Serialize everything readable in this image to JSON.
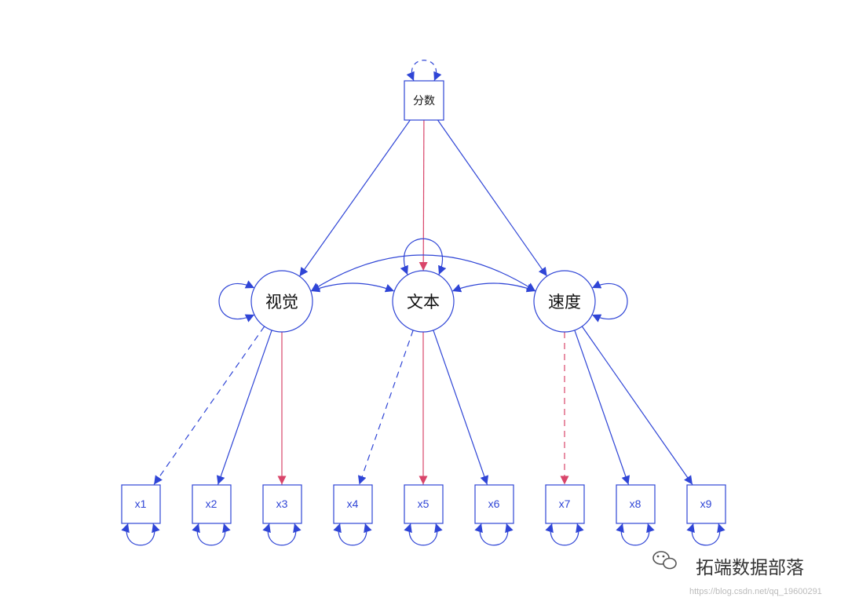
{
  "nodes": {
    "top": {
      "id": "score",
      "label": "分数"
    },
    "latent": [
      {
        "id": "visual",
        "label": "视觉"
      },
      {
        "id": "text",
        "label": "文本"
      },
      {
        "id": "speed",
        "label": "速度"
      }
    ],
    "observed": [
      {
        "id": "x1",
        "label": "x1"
      },
      {
        "id": "x2",
        "label": "x2"
      },
      {
        "id": "x3",
        "label": "x3"
      },
      {
        "id": "x4",
        "label": "x4"
      },
      {
        "id": "x5",
        "label": "x5"
      },
      {
        "id": "x6",
        "label": "x6"
      },
      {
        "id": "x7",
        "label": "x7"
      },
      {
        "id": "x8",
        "label": "x8"
      },
      {
        "id": "x9",
        "label": "x9"
      }
    ]
  },
  "edges": [
    {
      "from": "score",
      "to": "visual",
      "style": "solid",
      "color": "#2f45d6"
    },
    {
      "from": "score",
      "to": "text",
      "style": "solid",
      "color": "#d9456a"
    },
    {
      "from": "score",
      "to": "speed",
      "style": "solid",
      "color": "#2f45d6"
    },
    {
      "from": "visual",
      "to": "x1",
      "style": "dashed",
      "color": "#2f45d6"
    },
    {
      "from": "visual",
      "to": "x2",
      "style": "solid",
      "color": "#2f45d6"
    },
    {
      "from": "visual",
      "to": "x3",
      "style": "solid",
      "color": "#d9456a"
    },
    {
      "from": "text",
      "to": "x4",
      "style": "dashed",
      "color": "#2f45d6"
    },
    {
      "from": "text",
      "to": "x5",
      "style": "solid",
      "color": "#d9456a"
    },
    {
      "from": "text",
      "to": "x6",
      "style": "solid",
      "color": "#2f45d6"
    },
    {
      "from": "speed",
      "to": "x7",
      "style": "dashed",
      "color": "#d9456a"
    },
    {
      "from": "speed",
      "to": "x8",
      "style": "solid",
      "color": "#2f45d6"
    },
    {
      "from": "speed",
      "to": "x9",
      "style": "solid",
      "color": "#2f45d6"
    }
  ],
  "covariances": [
    {
      "a": "visual",
      "b": "text"
    },
    {
      "a": "text",
      "b": "speed"
    },
    {
      "a": "visual",
      "b": "speed"
    }
  ],
  "colors": {
    "primary": "#2f45d6",
    "highlight": "#d9456a",
    "background": "#ffffff"
  },
  "watermark": {
    "text": "拓端数据部落",
    "url": "https://blog.csdn.net/qq_19600291",
    "icon": "wechat-icon"
  }
}
